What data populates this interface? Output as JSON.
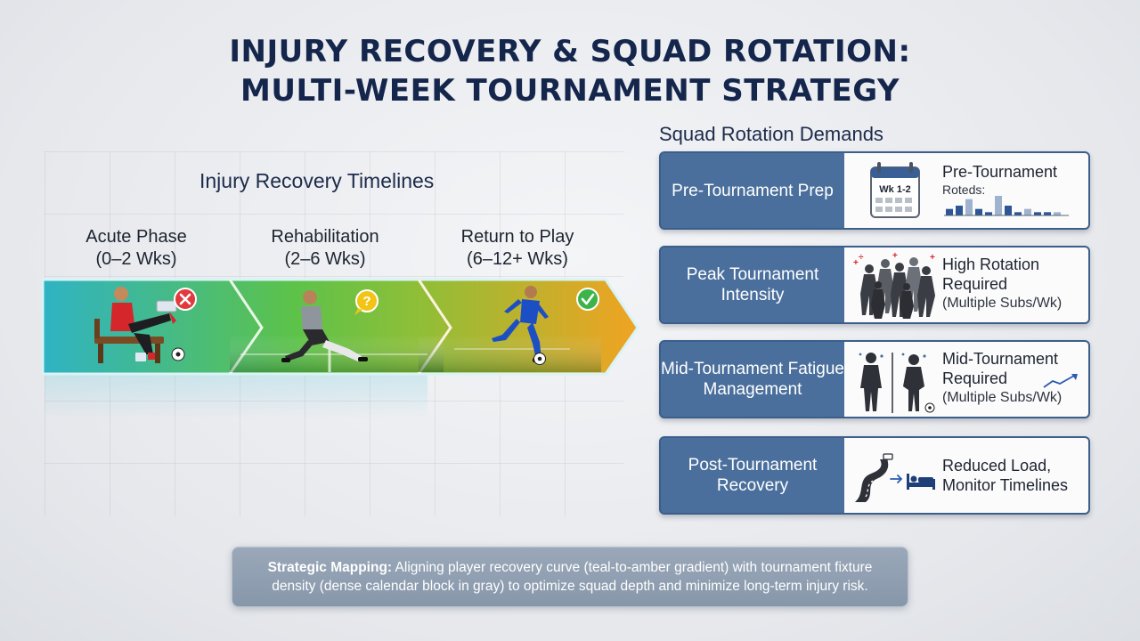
{
  "title": {
    "line1": "INJURY RECOVERY & SQUAD ROTATION:",
    "line2": "MULTI-WEEK TOURNAMENT STRATEGY"
  },
  "recovery": {
    "heading": "Injury Recovery Timelines",
    "phases": [
      {
        "name": "Acute Phase",
        "duration": "(0–2 Wks)",
        "status_icon": "x-circle-icon",
        "status_color": "#e0393e"
      },
      {
        "name": "Rehabilitation",
        "duration": "(2–6 Wks)",
        "status_icon": "question-bubble-icon",
        "status_color": "#f2c416"
      },
      {
        "name": "Return to Play",
        "duration": "(6–12+ Wks)",
        "status_icon": "check-circle-icon",
        "status_color": "#3cb44a"
      }
    ],
    "gradient_colors": [
      "#2fb3c4",
      "#6fc23c",
      "#f0a322"
    ]
  },
  "rotation": {
    "heading": "Squad Rotation Demands",
    "cards": [
      {
        "title": "Pre-Tournament Prep",
        "icon": "calendar-icon",
        "calendar_label": "Wk 1-2",
        "line1": "Pre-Tournament",
        "line2": "Roteds:",
        "line3": "",
        "bar_values": [
          2,
          3,
          5,
          2,
          1,
          6,
          3,
          1,
          2,
          1,
          1,
          1
        ]
      },
      {
        "title": "Peak Tournament Intensity",
        "icon": "crowd-players-icon",
        "line1": "High Rotation",
        "line2": "Required",
        "line3": "(Multiple Subs/Wk)"
      },
      {
        "title": "Mid-Tournament Fatigue Management",
        "icon": "tired-players-icon",
        "line1": "Mid-Tournament",
        "line2": "Required",
        "line3": "(Multiple Subs/Wk)"
      },
      {
        "title": "Post-Tournament Recovery",
        "icon": "road-to-bed-icon",
        "line1": "Reduced Load,",
        "line2": "Monitor Timelines",
        "line3": ""
      }
    ],
    "title_bg": "#4a6f9c"
  },
  "note": {
    "bold": "Strategic Mapping:",
    "text": " Aligning player recovery curve (teal-to-amber gradient) with tournament fixture density (dense calendar block in gray) to optimize squad depth and minimize long-term injury risk."
  }
}
